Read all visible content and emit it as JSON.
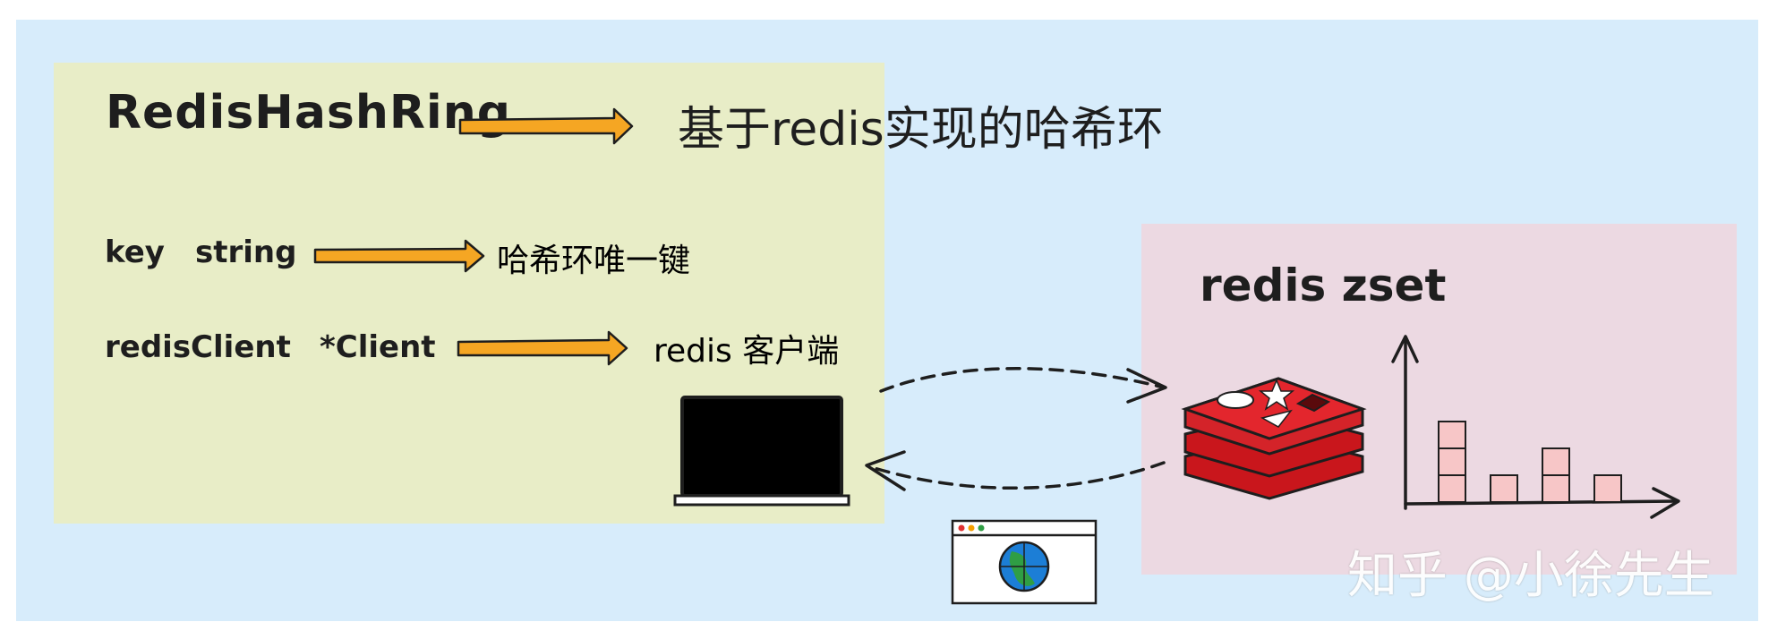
{
  "header": {
    "class_name": "RedisHashRing",
    "description": "基于redis实现的哈希环"
  },
  "fields": [
    {
      "name": "key",
      "type": "string",
      "description": "哈希环唯一键"
    },
    {
      "name": "redisClient",
      "type": "*Client",
      "description": "redis 客户端"
    }
  ],
  "zset_panel": {
    "title": "redis zset"
  },
  "chart": {
    "bar_heights": [
      3,
      1,
      2,
      1
    ]
  },
  "watermark": "知乎 @小徐先生",
  "colors": {
    "background": "#d7ecfb",
    "left_panel": "#e8edc7",
    "right_panel": "#ecd9e2",
    "arrow_fill": "#f5a623",
    "redis_red": "#c9161c",
    "bar_fill": "#f7c6c7"
  },
  "icons": [
    "arrow-icon",
    "laptop-icon",
    "browser-globe-icon",
    "redis-logo-icon",
    "zset-chart-icon"
  ]
}
